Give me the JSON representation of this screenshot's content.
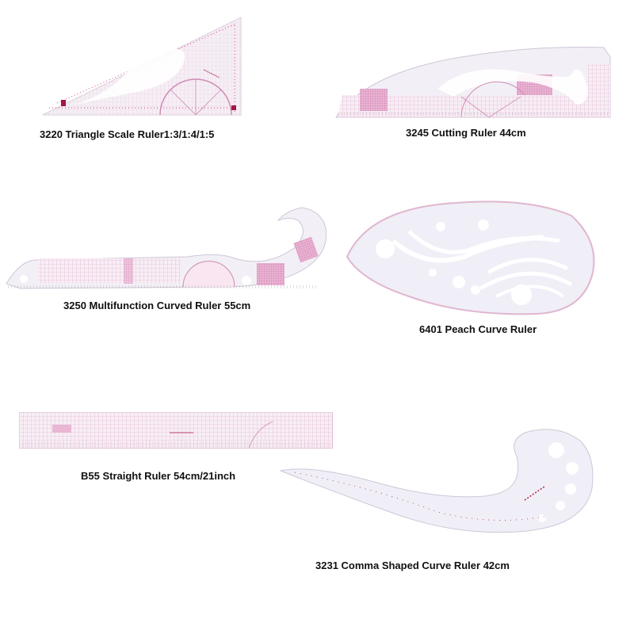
{
  "image": {
    "background": "#ffffff",
    "accent_pink": "#d98ab8",
    "marking_red": "#b0204a",
    "ruler_fill": "#eef0f6"
  },
  "products": [
    {
      "model": "3220",
      "label": "3220 Triangle Scale Ruler1:3/1:4/1:5"
    },
    {
      "model": "3245",
      "label": "3245 Cutting Ruler 44cm"
    },
    {
      "model": "3250",
      "label": "3250 Multifunction Curved Ruler 55cm"
    },
    {
      "model": "6401",
      "label": "6401 Peach Curve Ruler"
    },
    {
      "model": "B55",
      "label": "B55 Straight Ruler 54cm/21inch"
    },
    {
      "model": "3231",
      "label": "3231 Comma Shaped Curve Ruler 42cm"
    }
  ]
}
